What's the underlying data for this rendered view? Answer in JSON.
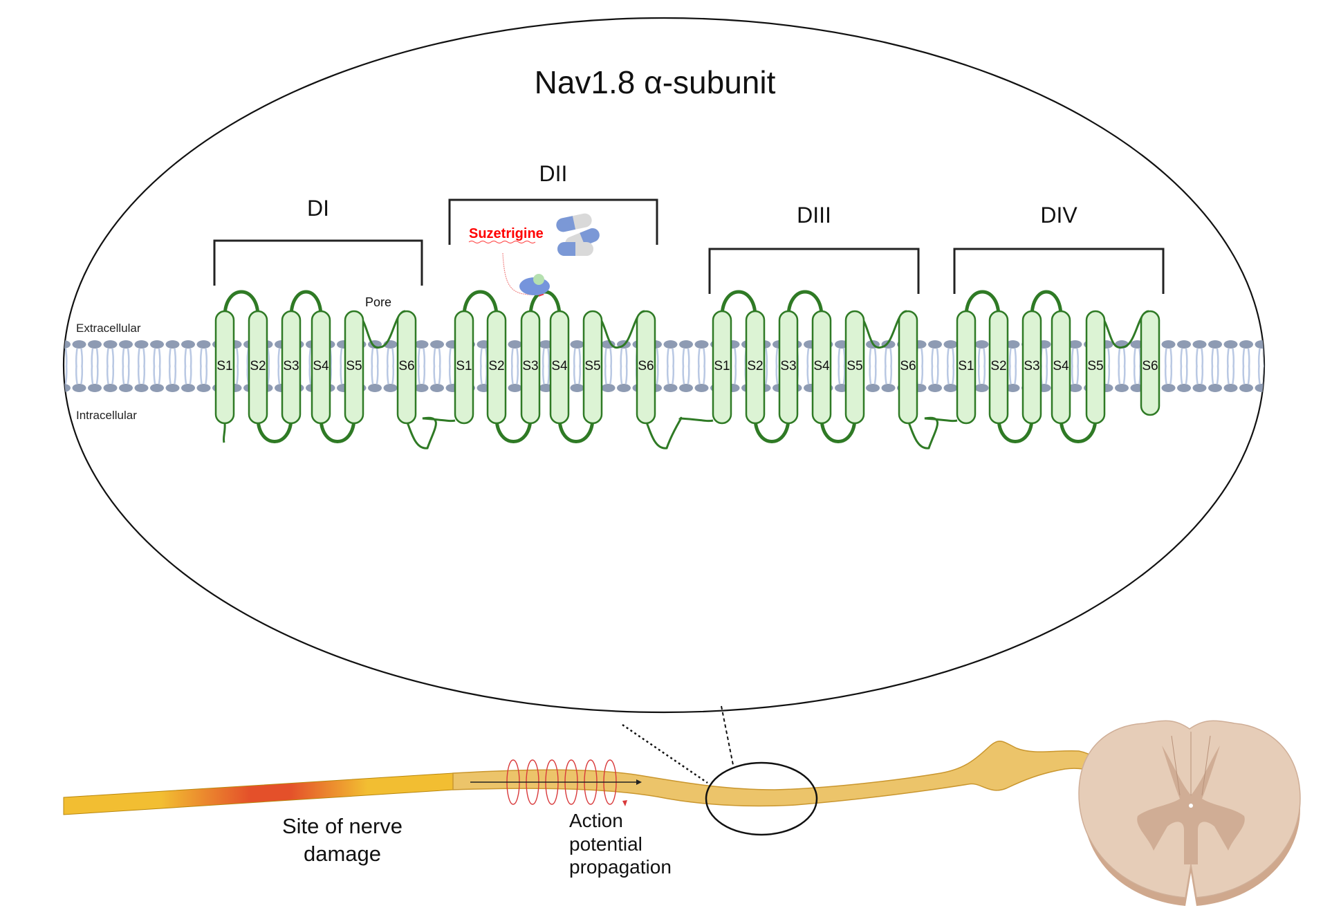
{
  "title": "Nav1.8 α-subunit",
  "membrane": {
    "extracellular_label": "Extracellular",
    "intracellular_label": "Intracellular"
  },
  "domains": [
    {
      "label": "DI",
      "helices": [
        "S1",
        "S2",
        "S3",
        "S4",
        "S5",
        "S6"
      ]
    },
    {
      "label": "DII",
      "helices": [
        "S1",
        "S2",
        "S3",
        "S4",
        "S5",
        "S6"
      ]
    },
    {
      "label": "DIII",
      "helices": [
        "S1",
        "S2",
        "S3",
        "S4",
        "S5",
        "S6"
      ]
    },
    {
      "label": "DIV",
      "helices": [
        "S1",
        "S2",
        "S3",
        "S4",
        "S5",
        "S6"
      ]
    }
  ],
  "pore_label": "Pore",
  "drug": {
    "label": "Suzetrigine",
    "target_domain": "DII",
    "pill_icon": "capsule-icon"
  },
  "nerve": {
    "damage_label_line1": "Site of nerve",
    "damage_label_line2": "damage",
    "ap_label_line1": "Action",
    "ap_label_line2": "potential",
    "ap_label_line3": "propagation"
  },
  "colors": {
    "helix_fill": "#dcf3d4",
    "helix_stroke": "#2f7a25",
    "lipid_head": "#8e9bb3",
    "lipid_tail": "#b9c8e3",
    "drug_label": "#ff0000",
    "nerve_fill": "#ecc46a",
    "damage_hot": "#e4502a",
    "spinal_cord_white": "#e6cdb8",
    "spinal_cord_grey": "#cfae97"
  }
}
